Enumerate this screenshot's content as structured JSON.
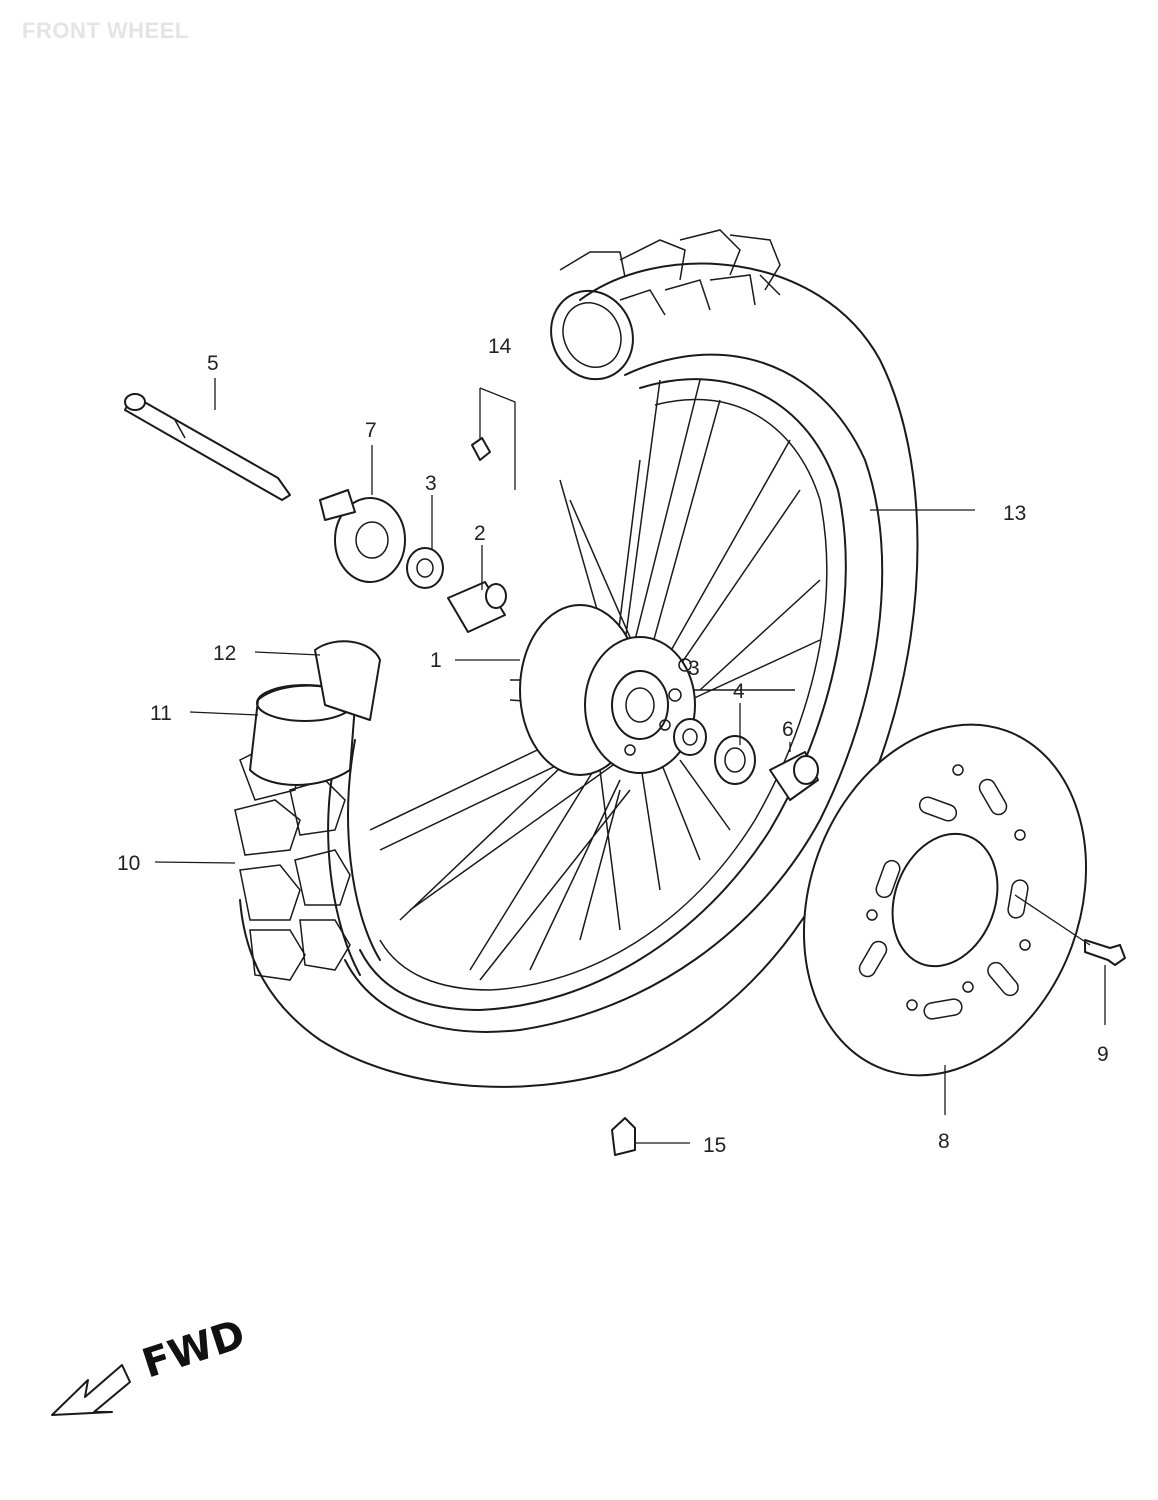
{
  "page": {
    "title": "FRONT WHEEL"
  },
  "callouts": [
    {
      "id": "c1",
      "label": "1"
    },
    {
      "id": "c2",
      "label": "2"
    },
    {
      "id": "c3a",
      "label": "3"
    },
    {
      "id": "c3b",
      "label": "3"
    },
    {
      "id": "c4",
      "label": "4"
    },
    {
      "id": "c5",
      "label": "5"
    },
    {
      "id": "c6",
      "label": "6"
    },
    {
      "id": "c7",
      "label": "7"
    },
    {
      "id": "c8",
      "label": "8"
    },
    {
      "id": "c9",
      "label": "9"
    },
    {
      "id": "c10",
      "label": "10"
    },
    {
      "id": "c11",
      "label": "11"
    },
    {
      "id": "c12",
      "label": "12"
    },
    {
      "id": "c13",
      "label": "13"
    },
    {
      "id": "c14",
      "label": "14"
    },
    {
      "id": "c15",
      "label": "15"
    }
  ],
  "direction_indicator": {
    "label": "FWD",
    "icon": "arrow-left-down-icon"
  },
  "colors": {
    "ink": "#1a1a1a",
    "title": "#e4e4e4",
    "background": "#ffffff"
  }
}
